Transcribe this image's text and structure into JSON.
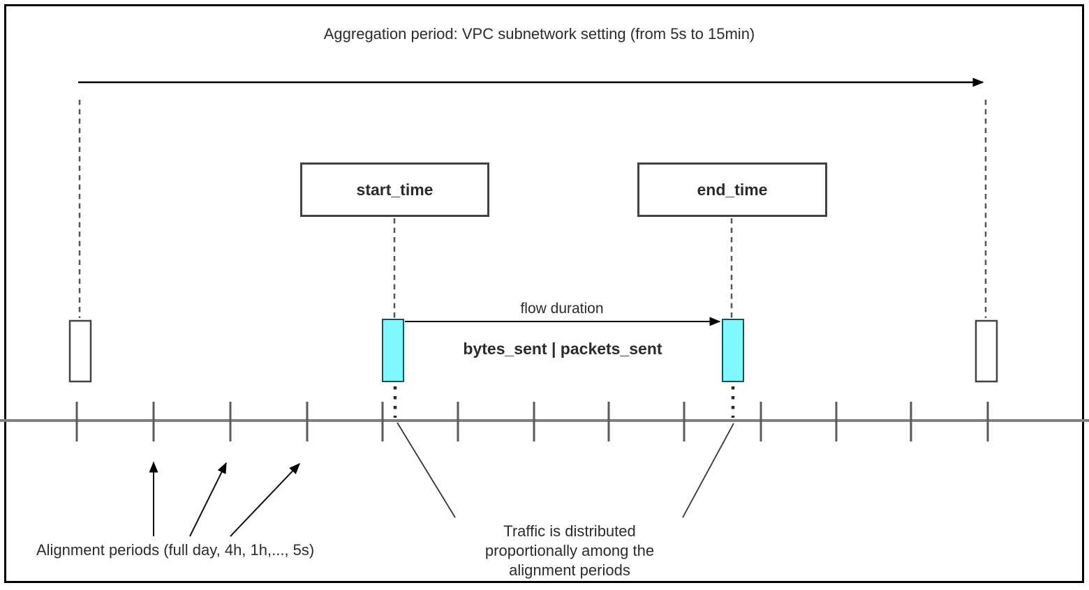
{
  "title": "Aggregation period: VPC subnetwork setting (from 5s to 15min)",
  "boxes": {
    "start": "start_time",
    "end": "end_time"
  },
  "flow": {
    "duration_label": "flow duration",
    "metrics_label": "bytes_sent | packets_sent"
  },
  "annotations": {
    "alignment_label": "Alignment periods (full day, 4h, 1h,..., 5s)",
    "traffic_lines": [
      "Traffic is distributed",
      "proportionally among the",
      "alignment periods"
    ]
  },
  "colors": {
    "highlight": "#7FF9FF",
    "highlight_border": "#0d565c",
    "timeline": "#808080",
    "line": "#000000"
  },
  "timeline": {
    "tick_positions": [
      110,
      220,
      330,
      440,
      548,
      656,
      765,
      872,
      980,
      1090,
      1198,
      1305,
      1415
    ],
    "tick_top": 576,
    "tick_bottom": 633
  }
}
